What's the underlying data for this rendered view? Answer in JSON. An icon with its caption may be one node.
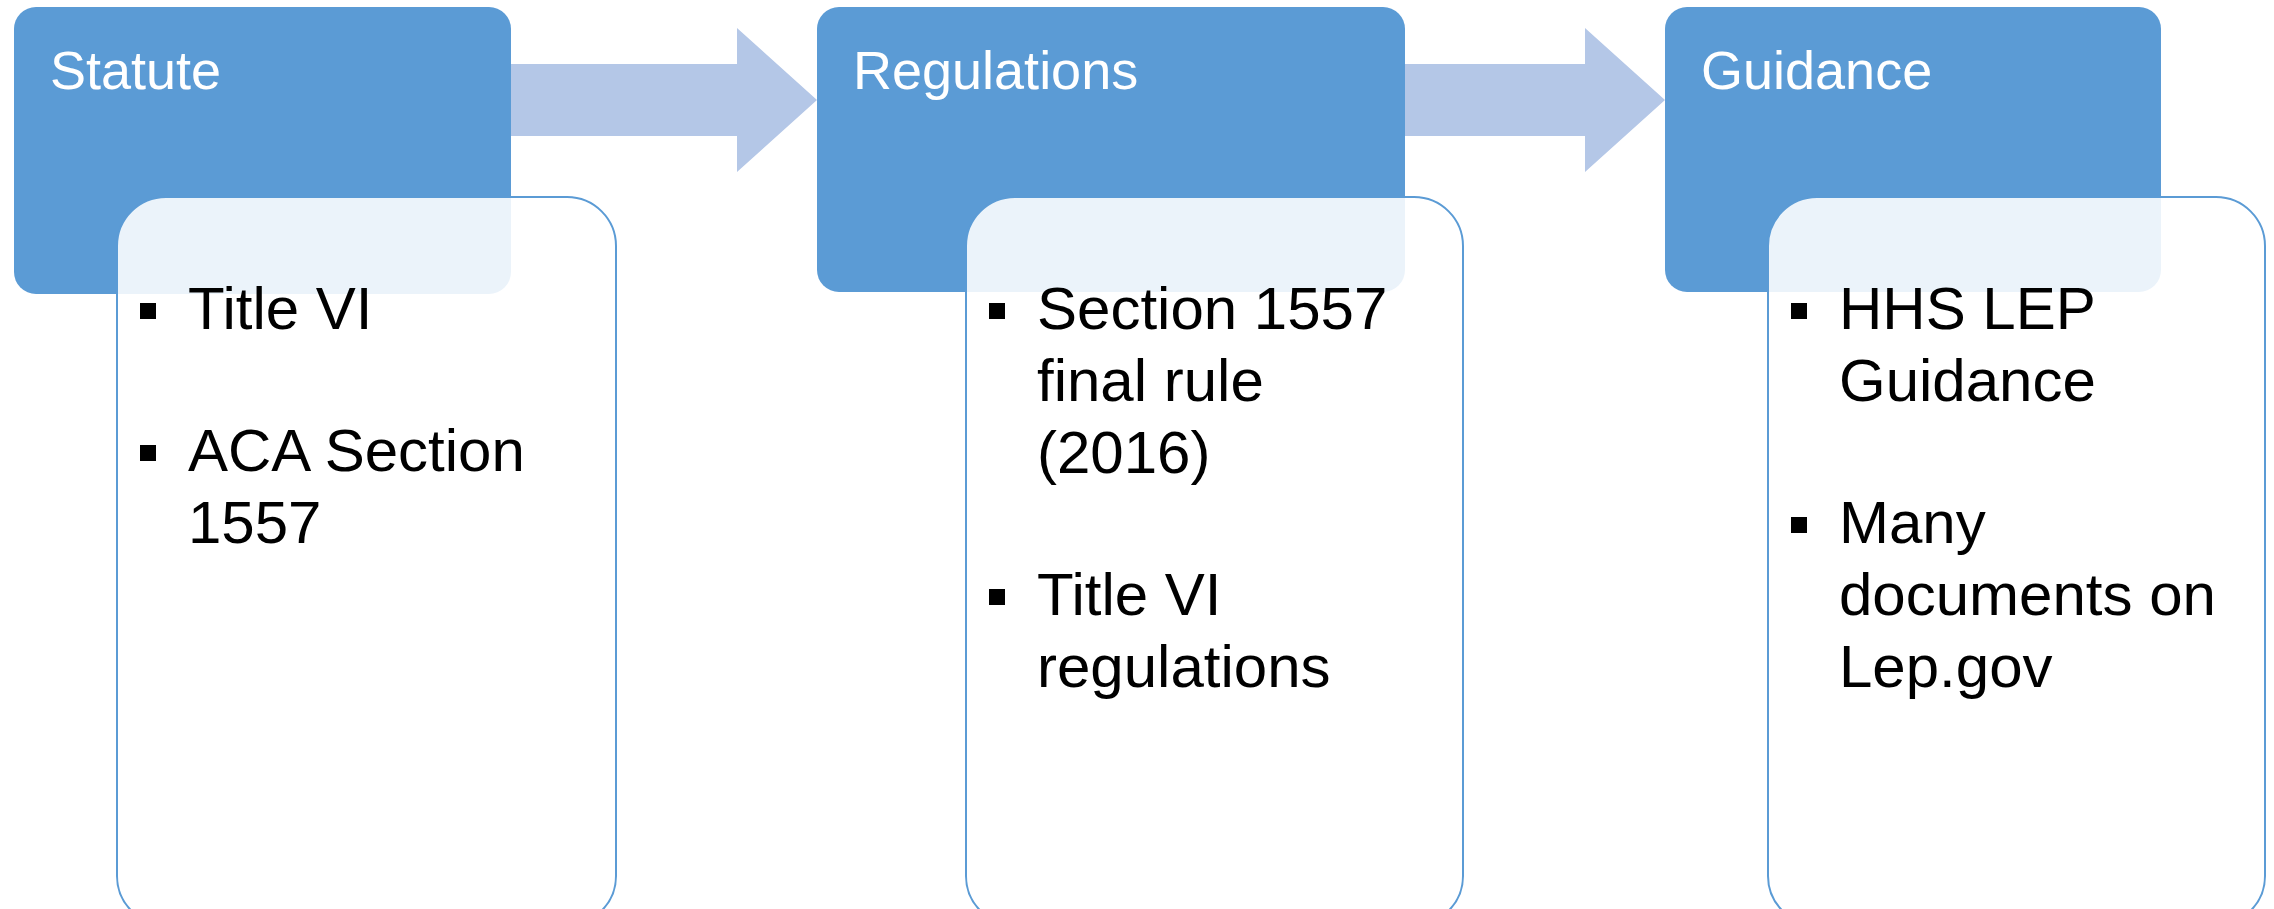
{
  "diagram": {
    "nodes": [
      {
        "text": [
          "Statute"
        ]
      },
      {
        "text": [
          "Title VI",
          "ACA Section 1557"
        ]
      },
      {
        "text": [
          "Regulations"
        ]
      },
      {
        "text": [
          "Section 1557 final rule (2016)",
          "Title VI regulations"
        ]
      },
      {
        "text": [
          "Guidance"
        ]
      },
      {
        "text": [
          "HHS LEP Guidance",
          "Many documents on Lep.gov"
        ]
      }
    ],
    "edges": [
      {
        "from": 0,
        "to": 2,
        "arrow": "to"
      },
      {
        "from": 2,
        "to": 4,
        "arrow": "to"
      }
    ]
  }
}
